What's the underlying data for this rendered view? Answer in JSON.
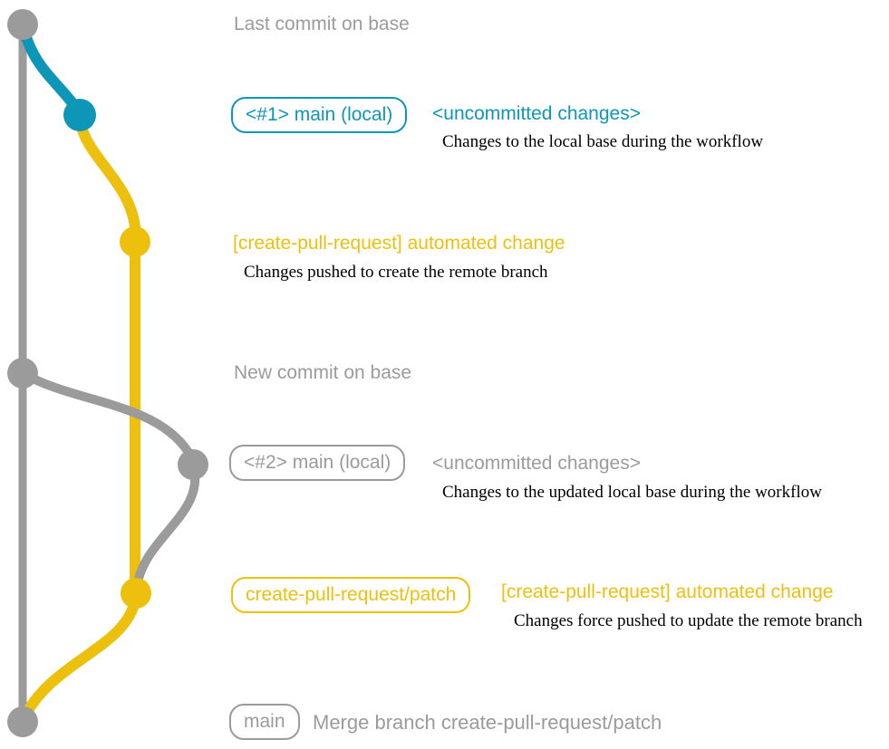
{
  "colors": {
    "teal": "#0e96b8",
    "yellow": "#edc00e",
    "gray": "#9b9b9b",
    "description_text": "#000000"
  },
  "graph": {
    "nodes": [
      "commit-base-top",
      "commit-main-local-1",
      "commit-patch-1",
      "commit-base-new",
      "commit-main-local-2",
      "commit-patch-2",
      "commit-merge-bottom"
    ]
  },
  "rows": {
    "note_top": {
      "text": "Last commit on base"
    },
    "r1": {
      "badge": "<#1> main (local)",
      "heading": "<uncommitted changes>",
      "description": "Changes to the local base during the workflow"
    },
    "r2": {
      "heading": "[create-pull-request] automated change",
      "description": "Changes pushed to create the remote branch"
    },
    "note_mid": {
      "text": "New commit on base"
    },
    "r3": {
      "badge": "<#2> main (local)",
      "heading": "<uncommitted changes>",
      "description": "Changes to the updated local base during the workflow"
    },
    "r4": {
      "badge": "create-pull-request/patch",
      "heading": "[create-pull-request] automated change",
      "description": "Changes force pushed to update the remote branch"
    },
    "r5": {
      "badge": "main",
      "text": "Merge branch create-pull-request/patch"
    }
  }
}
